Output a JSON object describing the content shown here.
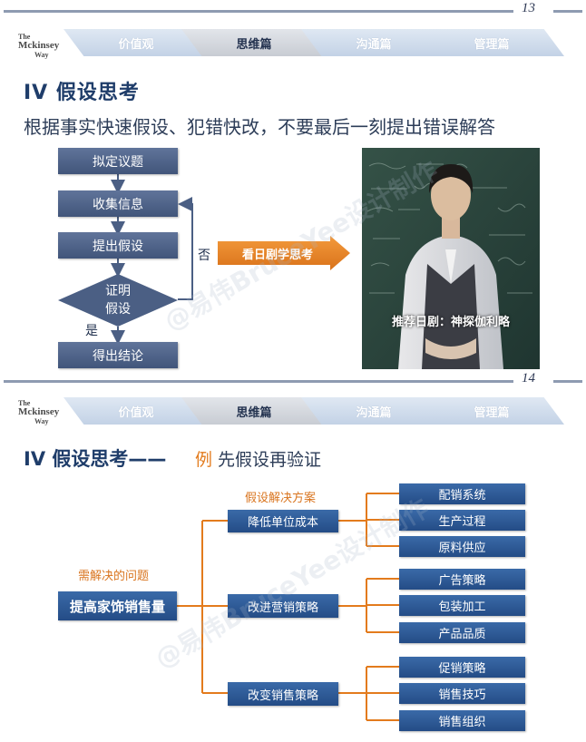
{
  "slide1": {
    "page_number": "13",
    "logo": {
      "line1": "The",
      "line2": "Mckinsey",
      "line3": "Way"
    },
    "tabs": [
      {
        "label": "价值观",
        "active": false
      },
      {
        "label": "思维篇",
        "active": true
      },
      {
        "label": "沟通篇",
        "active": false
      },
      {
        "label": "管理篇",
        "active": false
      }
    ],
    "title": "IV 假设思考",
    "subtitle": "根据事实快速假设、犯错快改，不要最后一刻提出错误解答",
    "flow": {
      "steps": [
        "拟定议题",
        "收集信息",
        "提出假设"
      ],
      "decision": [
        "证明",
        "假设"
      ],
      "no_label": "否",
      "yes_label": "是",
      "result": "得出结论"
    },
    "arrow_text": "看日剧学思考",
    "photo_caption": "推荐日剧：神探伽利略"
  },
  "slide2": {
    "page_number": "14",
    "logo": {
      "line1": "The",
      "line2": "Mckinsey",
      "line3": "Way"
    },
    "tabs": [
      {
        "label": "价值观",
        "active": false
      },
      {
        "label": "思维篇",
        "active": true
      },
      {
        "label": "沟通篇",
        "active": false
      },
      {
        "label": "管理篇",
        "active": false
      }
    ],
    "title_prefix": "IV 假设思考——",
    "title_example": "例",
    "title_rest": "先假设再验证",
    "problem_label": "需解决的问题",
    "problem": "提高家饰销售量",
    "solution_label": "假设解决方案",
    "branches": [
      {
        "label": "降低单位成本",
        "items": [
          "配销系统",
          "生产过程",
          "原料供应"
        ]
      },
      {
        "label": "改进营销策略",
        "items": [
          "广告策略",
          "包装加工",
          "产品品质"
        ]
      },
      {
        "label": "改变销售策略",
        "items": [
          "促销策略",
          "销售技巧",
          "销售组织"
        ]
      }
    ]
  },
  "watermark": "@易伟BruceYee设计制作",
  "colors": {
    "navy": "#1f3d6a",
    "box": "#4b5f84",
    "orange": "#e37b1d",
    "blue_box": "#2f5d9b"
  }
}
